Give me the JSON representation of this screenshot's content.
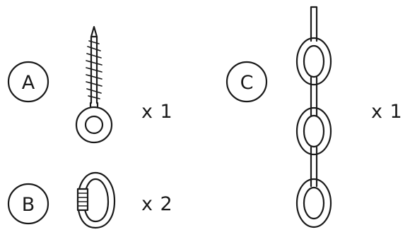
{
  "parts": [
    {
      "label": "A",
      "quantity": "x 1",
      "icon": "screw-eye-hook-icon"
    },
    {
      "label": "B",
      "quantity": "x 2",
      "icon": "quick-link-carabiner-icon"
    },
    {
      "label": "C",
      "quantity": "x 1",
      "icon": "chain-icon"
    }
  ]
}
